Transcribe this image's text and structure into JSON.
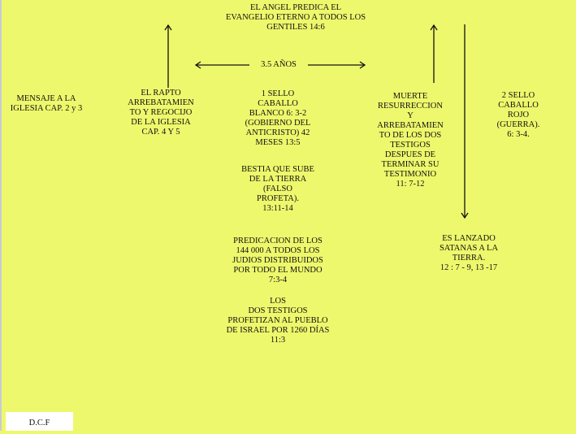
{
  "title": "EL ANGEL PREDICA EL\nEVANGELIO ETERNO A TODOS LOS\nGENTILES 14:6",
  "period": "3.5 AÑOS",
  "mensaje": "MENSAJE A LA\nIGLESIA CAP. 2 y 3",
  "rapto": "EL RAPTO\nARREBATAMIEN\nTO Y REGOCIJO\nDE LA IGLESIA\nCAP. 4 Y 5",
  "sello1": "1 SELLO\nCABALLO\nBLANCO 6: 3-2\n(GOBIERNO DEL\nANTICRISTO) 42\nMESES 13:5",
  "bestia": "BESTIA QUE SUBE\nDE LA TIERRA\n(FALSO\nPROFETA).\n13:11-14",
  "predicacion": "PREDICACION DE LOS\n144 000 A TODOS LOS\nJUDIOS DISTRIBUIDOS\nPOR TODO EL MUNDO\n7:3-4",
  "testigos": "LOS\nDOS TESTIGOS\nPROFETIZAN AL PUEBLO\nDE ISRAEL POR 1260 DÍAS\n11:3",
  "muerte": "MUERTE\nRESURRECCION\nY\nARREBATAMIEN\nTO DE LOS DOS\nTESTIGOS\nDESPUES DE\nTERMINAR SU\nTESTIMONIO\n11: 7-12",
  "sello2": "2 SELLO\nCABALLO\nROJO\n(GUERRA).\n6: 3-4.",
  "lanzado": "ES LANZADO\nSATANAS A LA\nTIERRA.\n12 : 7 - 9, 13 -17",
  "footer": "D.C.F",
  "colors": {
    "background": "#eef86c",
    "footer_bg": "#ffffff"
  }
}
